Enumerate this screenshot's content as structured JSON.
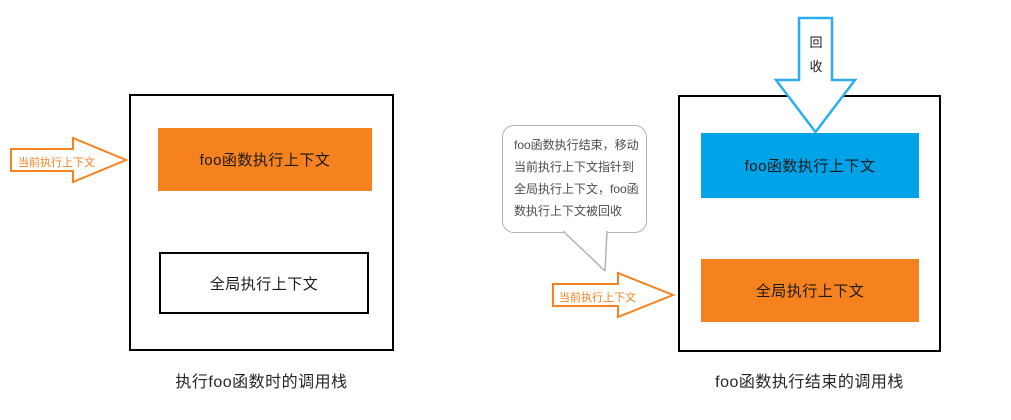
{
  "colors": {
    "orange": "#F5821F",
    "blue": "#00A2E8",
    "arrow_blue": "#2EAEE8",
    "bubble_border": "#B3B3B3",
    "box_border": "#000000",
    "label_text": "#1A1A1A",
    "bubble_text": "#4D4D4D",
    "caption_text": "#262626"
  },
  "left_diagram": {
    "pointer_label": "当前执行上下文",
    "stack": {
      "frames": [
        {
          "label": "foo函数执行上下文",
          "variant": "orange"
        },
        {
          "label": "全局执行上下文",
          "variant": "outline"
        }
      ]
    },
    "caption": "执行foo函数时的调用栈"
  },
  "right_diagram": {
    "recycle_label_char1": "回",
    "recycle_label_char2": "收",
    "bubble_text": "foo函数执行结束，移动当前执行上下文指针到全局执行上下文，foo函数执行上下文被回收",
    "pointer_label": "当前执行上下文",
    "stack": {
      "frames": [
        {
          "label": "foo函数执行上下文",
          "variant": "blue"
        },
        {
          "label": "全局执行上下文",
          "variant": "orange"
        }
      ]
    },
    "caption": "foo函数执行结束的调用栈"
  }
}
